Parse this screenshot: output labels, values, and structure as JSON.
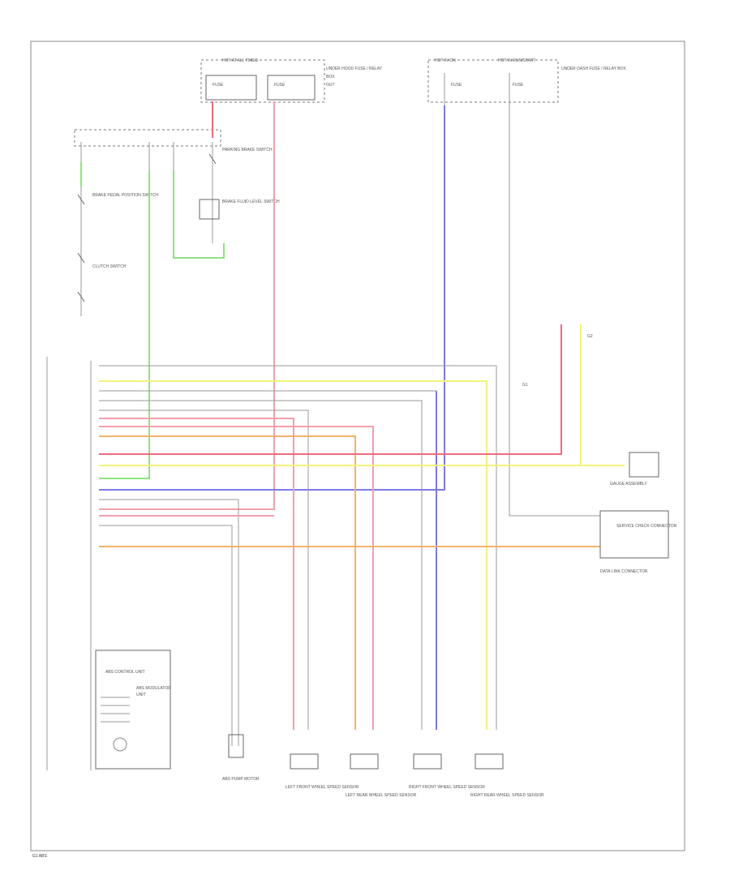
{
  "colors": {
    "red": "#f06a7e",
    "pink": "#f5a0ab",
    "green": "#8ee47e",
    "yellow": "#f2f27a",
    "blue": "#7a79e6",
    "orange": "#f2b36c",
    "gray": "#8a8a8a",
    "black": "#444444"
  },
  "diagram": {
    "top_left_fuse_block": [
      "HOT AT ALL TIMES",
      "UNDER HOOD FUSE / RELAY",
      "FUSE",
      "FUSE",
      "BOX",
      "OUT"
    ],
    "top_right_fuse_block": [
      "HOT IN ON",
      "HOT IN RUN/START",
      "FUSE",
      "FUSE",
      "UNDER DASH FUSE / RELAY BOX"
    ],
    "left_switches": [
      "BRAKE PEDAL POSITION SWITCH",
      "CLUTCH SWITCH",
      "PARKING BRAKE SWITCH",
      "BRAKE FLUID LEVEL SWITCH"
    ],
    "right_components": [
      "GAUGE ASSEMBLY",
      "SERVICE CHECK CONNECTOR",
      "DATA LINK CONNECTOR",
      "G1",
      "G2"
    ],
    "module": [
      "ABS CONTROL UNIT",
      "ABS MODULATOR",
      "UNIT"
    ],
    "bottom_sensors": [
      "ABS PUMP MOTOR",
      "LEFT FRONT WHEEL SPEED SENSOR",
      "LEFT REAR WHEEL SPEED SENSOR",
      "RIGHT FRONT WHEEL SPEED SENSOR",
      "RIGHT REAR WHEEL SPEED SENSOR"
    ],
    "footer_id": "G1 ABS"
  }
}
